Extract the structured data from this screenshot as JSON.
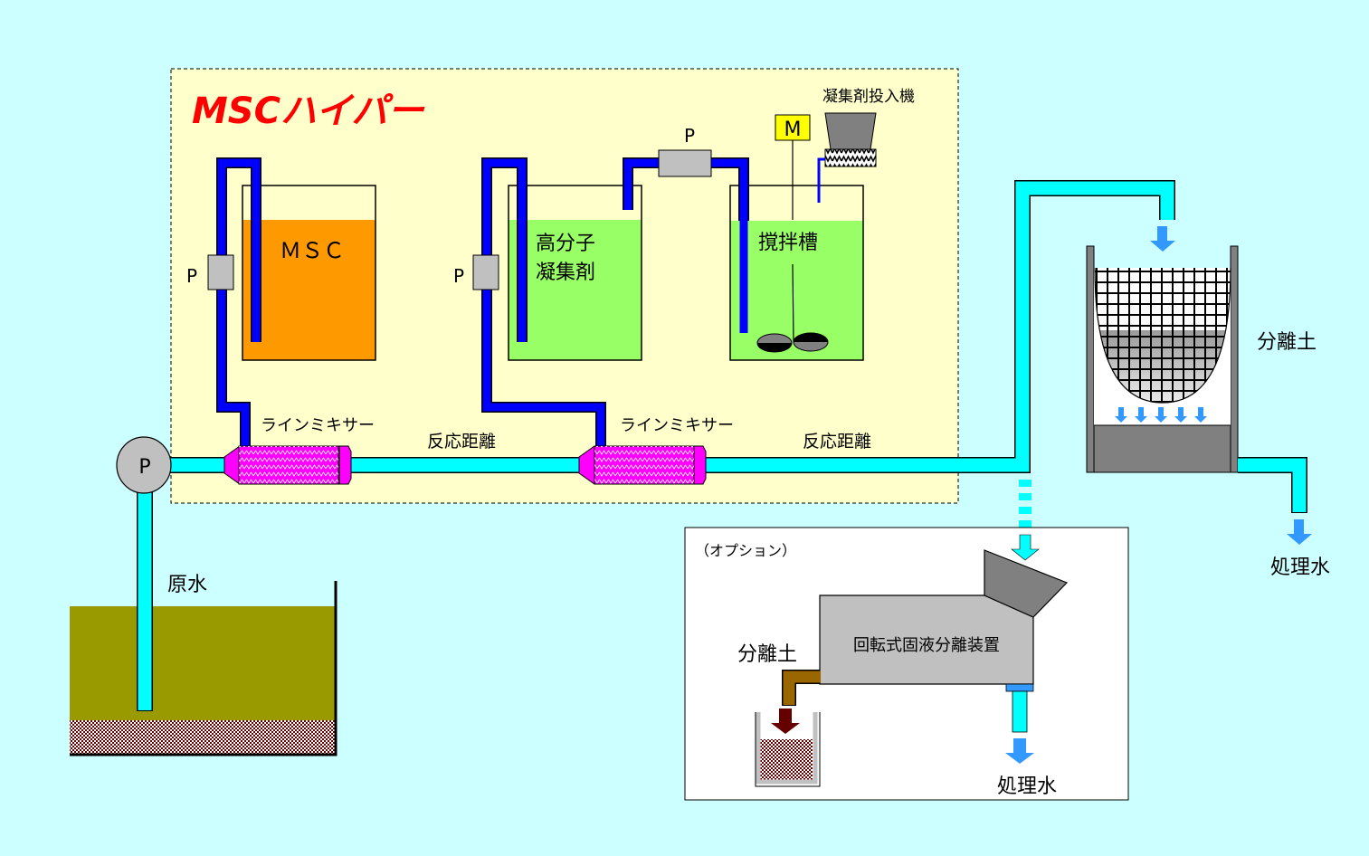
{
  "title": "MSCハイパー",
  "colors": {
    "background": "#ccffff",
    "system_box": "#ffffcc",
    "title_red": "#ff0000",
    "water_pipe": "#00ffff",
    "chem_pipe": "#0000ff",
    "msc_liquid": "#ff9900",
    "flocculant_liquid": "#99ff66",
    "line_mixer": "#ff00ff",
    "raw_water": "#999900",
    "arrow_blue": "#3399ff",
    "sludge_brown": "#996600",
    "sludge_arrow": "#660000",
    "device_gray": "#c0c0c0",
    "dark_gray": "#808080",
    "motor_yellow": "#ffff00"
  },
  "labels": {
    "msc_tank": "ＭＳＣ",
    "polymer_tank_line1": "高分子",
    "polymer_tank_line2": "凝集剤",
    "mixing_tank": "撹拌槽",
    "feeder": "凝集剤投入機",
    "motor": "M",
    "pump": "P",
    "line_mixer_1": "ラインミキサー",
    "line_mixer_2": "ラインミキサー",
    "reaction_distance_1": "反応距離",
    "reaction_distance_2": "反応距離",
    "raw_water": "原水",
    "separated_soil": "分離土",
    "treated_water": "処理水",
    "option": "（オプション）",
    "rotary_separator": "回転式固液分離装置",
    "option_separated_soil": "分離土",
    "option_treated_water": "処理水"
  }
}
